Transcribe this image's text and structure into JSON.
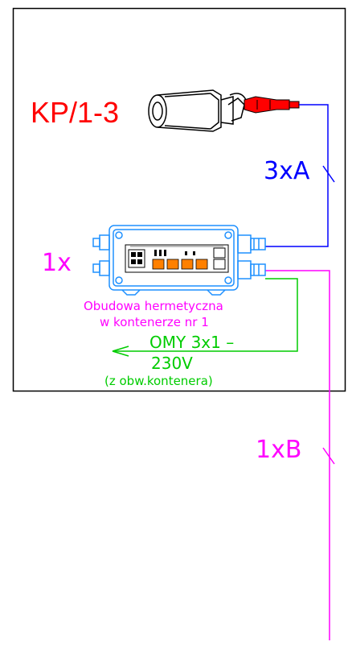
{
  "labels": {
    "camera_id": "KP/1-3",
    "cable_a": "3xA",
    "cable_b": "1xB",
    "box_qty": "1x",
    "box_name_line1": "Obudowa hermetyczna",
    "box_name_line2": "w kontenerze nr 1",
    "power_line1": "OMY 3x1 –",
    "power_line2": "230V",
    "power_line3": "(z obw.kontenera)"
  },
  "colors": {
    "camera_label": "#ff0000",
    "cable_a": "#0000ff",
    "cable_b": "#ff00ff",
    "power": "#00cc00",
    "enclosure": "#1e90ff",
    "switch_ports": "#ff8000",
    "outline": "#000000"
  },
  "icons": {
    "camera": "bullet-camera-icon",
    "connector": "red-plug-icon",
    "enclosure": "hermetic-enclosure-icon",
    "switch": "network-switch-icon",
    "arrow": "left-arrow-icon"
  }
}
